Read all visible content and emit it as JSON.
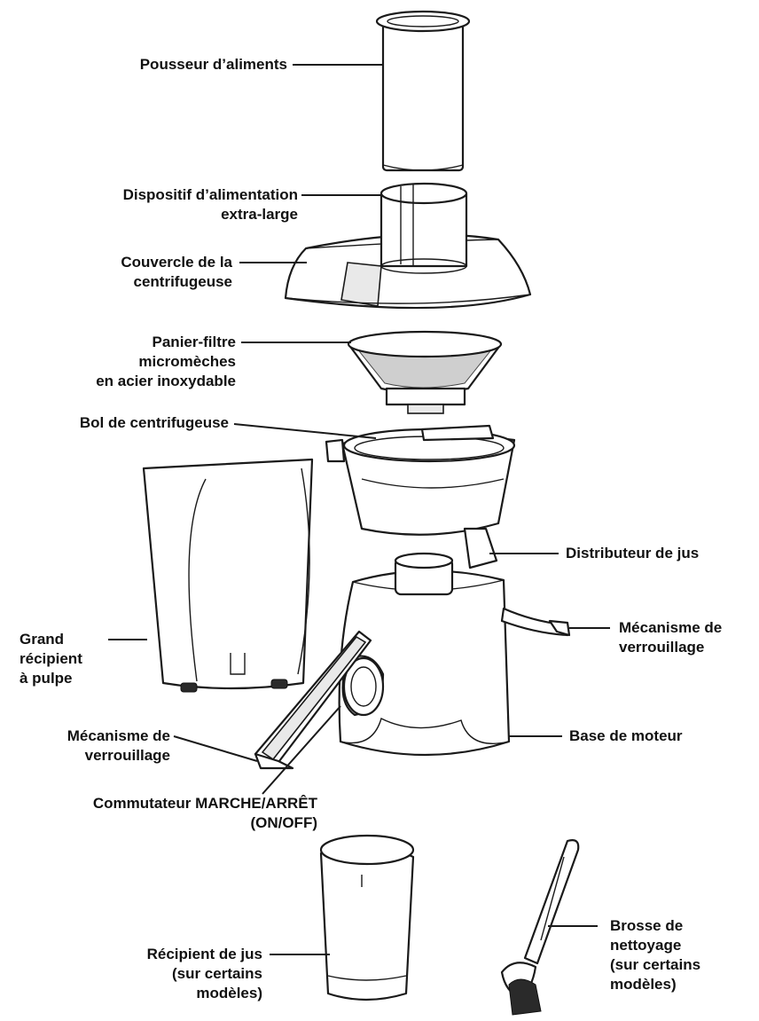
{
  "labels": {
    "food_pusher": [
      "Pousseur d’aliments"
    ],
    "feed_chute": [
      "Dispositif d’alimentation",
      "extra-large"
    ],
    "juicer_cover": [
      "Couvercle de la",
      "centrifugeuse"
    ],
    "filter_basket": [
      "Panier-filtre",
      "micromèches",
      "en acier inoxydable"
    ],
    "juicer_bowl": [
      "Bol de centrifugeuse"
    ],
    "juice_spout": [
      "Distributeur de jus"
    ],
    "locking_arm_right": [
      "Mécanisme de",
      "verrouillage"
    ],
    "pulp_container": [
      "Grand",
      "récipient",
      "à pulpe"
    ],
    "motor_base": [
      "Base de moteur"
    ],
    "locking_arm_left": [
      "Mécanisme de",
      "verrouillage"
    ],
    "power_switch": [
      "Commutateur MARCHE/ARRÊT",
      "(ON/OFF)"
    ],
    "juice_jug": [
      "Récipient de jus",
      "(sur certains",
      "modèles)"
    ],
    "cleaning_brush": [
      "Brosse de",
      "nettoyage",
      "(sur certains",
      "modèles)"
    ]
  }
}
